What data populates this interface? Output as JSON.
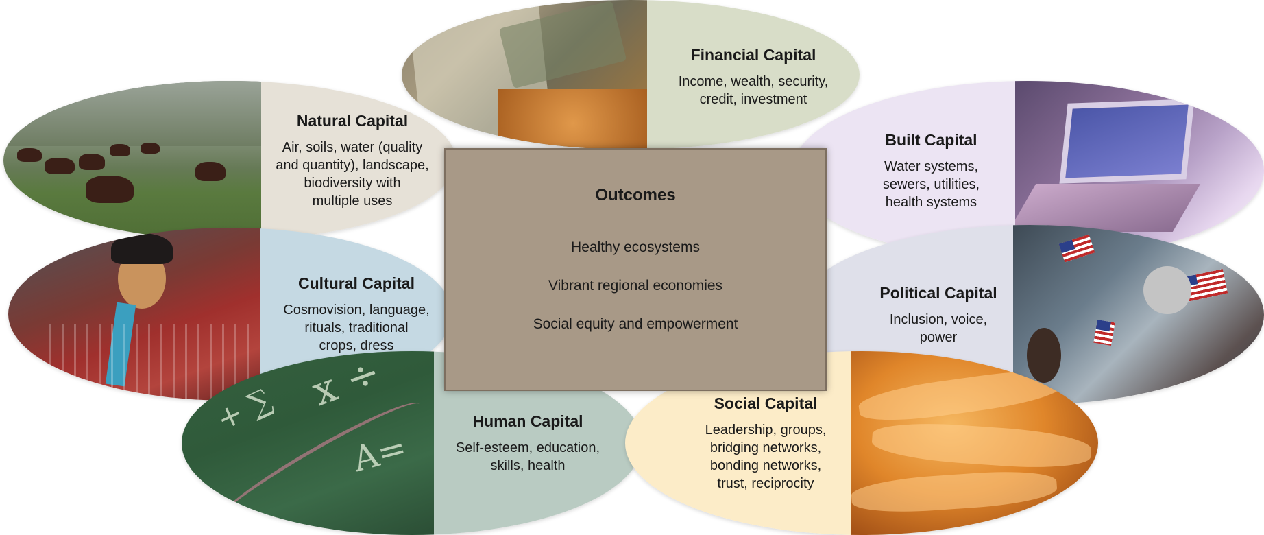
{
  "outcomes": {
    "title": "Outcomes",
    "items": [
      "Healthy ecosystems",
      "Vibrant regional economies",
      "Social equity and empowerment"
    ]
  },
  "capitals": {
    "natural": {
      "title": "Natural Capital",
      "description": "Air, soils, water (quality\nand quantity), landscape,\nbiodiversity with\nmultiple uses",
      "color": "#e6e1d7",
      "photo": "cattle-grazing"
    },
    "financial": {
      "title": "Financial Capital",
      "description": "Income, wealth, security,\ncredit, investment",
      "color": "#d8ddc8",
      "photo": "money-and-stock-tables"
    },
    "built": {
      "title": "Built Capital",
      "description": "Water systems,\nsewers, utilities,\nhealth systems",
      "color": "#ece4f3",
      "photo": "laptop-computer"
    },
    "cultural": {
      "title": "Cultural Capital",
      "description": "Cosmovision, language,\nrituals, traditional\ncrops, dress",
      "color": "#c5d9e3",
      "photo": "woman-traditional-dress"
    },
    "political": {
      "title": "Political Capital",
      "description": "Inclusion, voice,\npower",
      "color": "#dfe0ea",
      "photo": "crowd-with-flags"
    },
    "human": {
      "title": "Human Capital",
      "description": "Self-esteem, education,\nskills, health",
      "color": "#b9cbc2",
      "photo": "chalkboard-math"
    },
    "social": {
      "title": "Social Capital",
      "description": "Leadership, groups,\nbridging networks,\nbonding networks,\ntrust, reciprocity",
      "color": "#fcecc8",
      "photo": "stacked-hands"
    }
  },
  "colors": {
    "outcomes_box": "#a89987"
  }
}
